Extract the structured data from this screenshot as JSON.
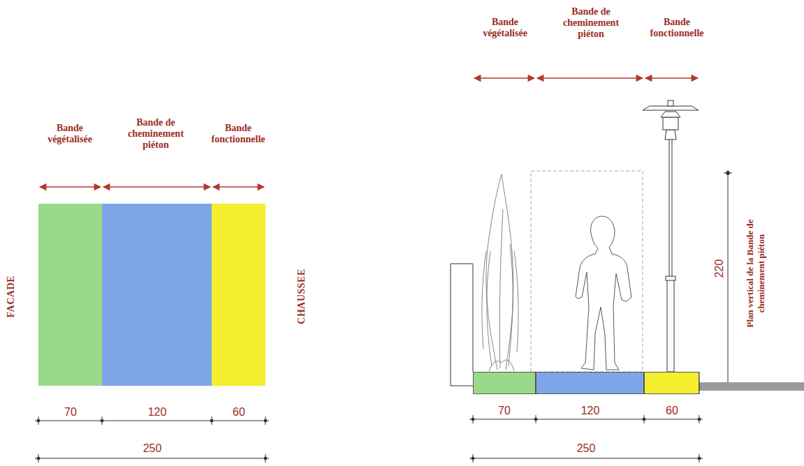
{
  "diagram": {
    "nodes": [
      {
        "text": [
          "Bande végétalisée"
        ]
      },
      {
        "text": [
          "Bande de cheminement piéton"
        ]
      },
      {
        "text": [
          "Bande fonctionnelle"
        ]
      },
      {
        "text": [
          "Bande végétalisée"
        ]
      },
      {
        "text": [
          "Bande de cheminement piéton"
        ]
      },
      {
        "text": [
          "Bande fonctionnelle"
        ]
      }
    ],
    "labels": [
      "FACADE",
      "CHAUSSEE",
      "70",
      "120",
      "60",
      "250",
      "70",
      "120",
      "60",
      "250",
      "220",
      "Plan vertical de la Bande de cheminement piéton"
    ]
  }
}
